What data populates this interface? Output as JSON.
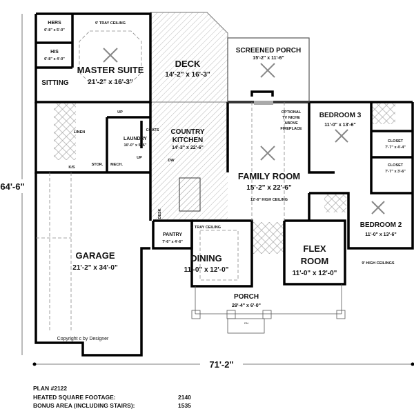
{
  "plan": {
    "rooms": {
      "hers": {
        "name": "HERS",
        "size": "6'-8\" x 5'-0\""
      },
      "his": {
        "name": "HIS",
        "size": "6'-8\" x 4'-0\""
      },
      "master_tray": "9' TRAY CEILING",
      "master": {
        "name": "MASTER SUITE",
        "size": "21'-2\" x 16'-3\""
      },
      "sitting": "SITTING",
      "deck": {
        "name": "DECK",
        "size": "14'-2\" x 16'-3\""
      },
      "screened_porch": {
        "name": "SCREENED PORCH",
        "size": "15'-2\" x 11'-6\""
      },
      "kitchen": {
        "name1": "COUNTRY",
        "name2": "KITCHEN",
        "size": "14'-3\" x 22'-6\""
      },
      "laundry": {
        "name": "LAUNDRY",
        "size": "10'-0\" x 5'-6\""
      },
      "coats": "COATS",
      "linen": "LINEN",
      "stor": "STOR.",
      "mech": "MECH.",
      "ks": "K/S",
      "up1": "UP",
      "up2": "UP",
      "dw": "DW",
      "desk": "DESK",
      "tv_note": [
        "OPTIONAL",
        "TV NICHE",
        "ABOVE",
        "FIREPLACE"
      ],
      "bedroom3": {
        "name": "BEDROOM 3",
        "size": "11'-0\" x 13'-6\""
      },
      "closet1": {
        "name": "CLOSET",
        "size": "7'-7\" x 4'-4\""
      },
      "closet2": {
        "name": "CLOSET",
        "size": "7'-7\" x 3'-6\""
      },
      "family": {
        "name": "FAMILY ROOM",
        "size": "15'-2\" x 22'-6\"",
        "note": "12'-6\" HIGH CEILING"
      },
      "bedroom2": {
        "name": "BEDROOM 2",
        "size": "11'-0\" x 13'-6\""
      },
      "high_ceilings": "9' HIGH CEILINGS",
      "flex": {
        "name1": "FLEX",
        "name2": "ROOM",
        "size": "11'-0\" x 12'-0\""
      },
      "dining": {
        "name": "DINING",
        "size": "11'-0\" x 12'-0\"",
        "tray": "9' TRAY CEILING"
      },
      "pantry": {
        "name": "PANTRY",
        "size": "7'-6\" x 4'-6\""
      },
      "garage": {
        "name": "GARAGE",
        "size": "21'-2\" x 34'-0\""
      },
      "porch": {
        "name": "PORCH",
        "size": "29'-4\" x 6'-0\""
      },
      "dn": "DN"
    },
    "copyright": "Copyright c by Designer",
    "dim_height": "64'-6\"",
    "dim_width": "71'-2\""
  },
  "footer": {
    "plan": "PLAN #2122",
    "heated_label": "HEATED SQUARE FOOTAGE:",
    "heated_value": "2140",
    "bonus_label": "BONUS AREA (INCLUDING STAIRS):",
    "bonus_value": "1535"
  }
}
